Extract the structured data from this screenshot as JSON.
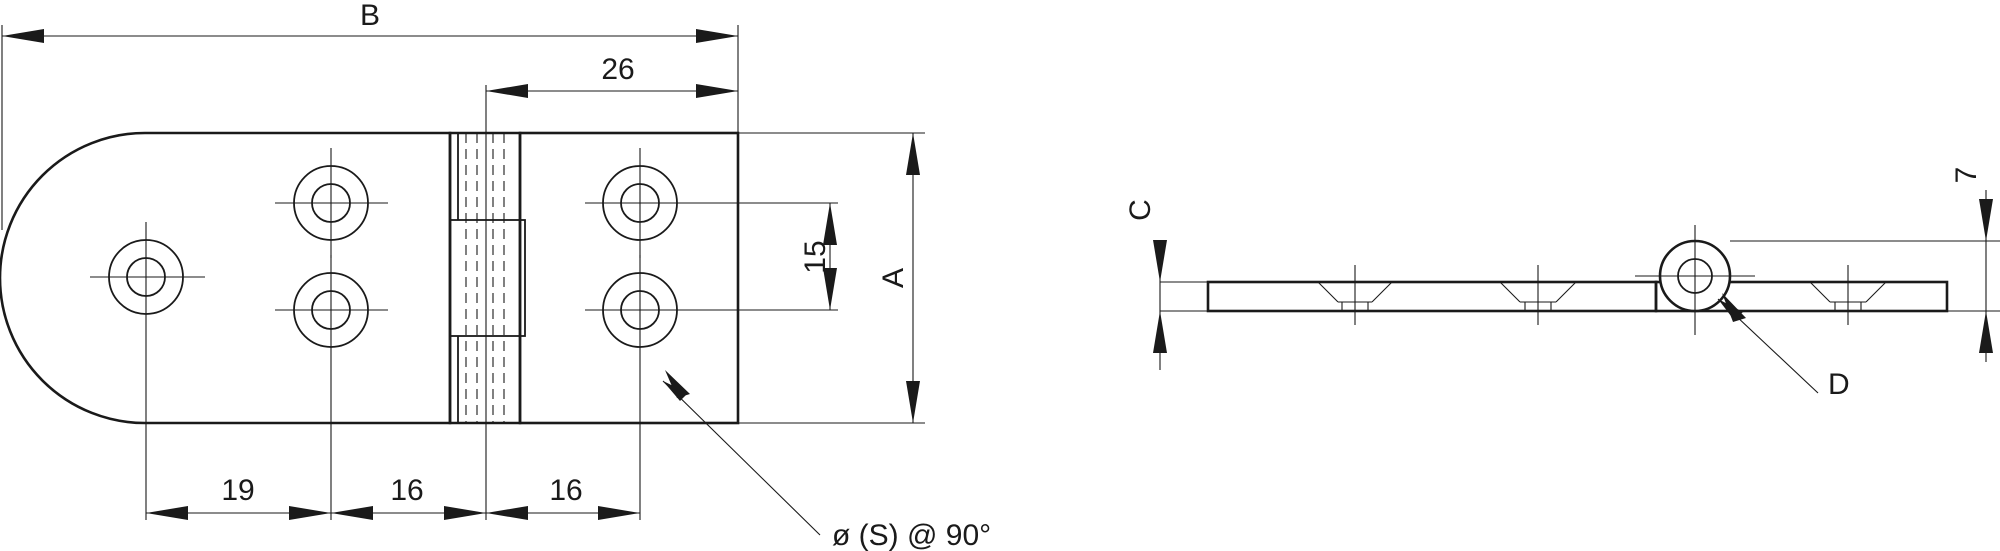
{
  "dimensions": {
    "B": "B",
    "d26": "26",
    "d15": "15",
    "A": "A",
    "d19": "19",
    "d16a": "16",
    "d16b": "16",
    "C": "C",
    "d7": "7",
    "D": "D",
    "hole_note": "ø (S) @ 90°"
  }
}
